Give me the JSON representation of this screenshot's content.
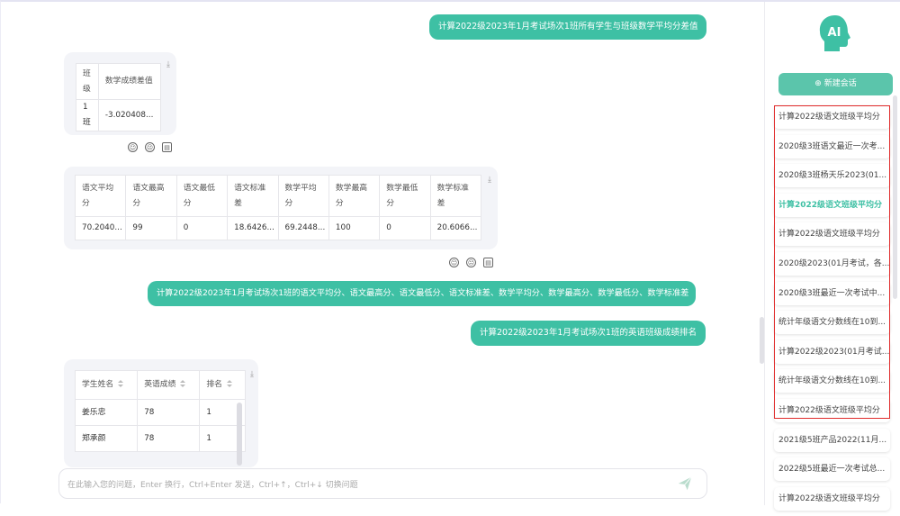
{
  "messages": {
    "q1": "计算2022级2023年1月考试场次1班所有学生与班级数学平均分差值",
    "q2": "计算2022级2023年1月考试场次1班的语文平均分、语文最高分、语文最低分、语文标准差、数学平均分、数学最高分、数学最低分、数学标准差",
    "q3": "计算2022级2023年1月考试场次1班的英语班级成绩排名"
  },
  "table1": {
    "headers": [
      "班级",
      "数学成绩差值"
    ],
    "rows": [
      [
        "1班",
        "-3.020408..."
      ]
    ]
  },
  "table2": {
    "headers": [
      "语文平均分",
      "语文最高分",
      "语文最低分",
      "语文标准差",
      "数学平均分",
      "数学最高分",
      "数学最低分",
      "数学标准差"
    ],
    "rows": [
      [
        "70.2040...",
        "99",
        "0",
        "18.6426...",
        "69.2448...",
        "100",
        "0",
        "20.6066..."
      ]
    ]
  },
  "table3": {
    "headers": [
      "学生姓名",
      "英语成绩",
      "排名"
    ],
    "rows": [
      [
        "姜乐忠",
        "78",
        "1"
      ],
      [
        "郑承颜",
        "78",
        "1"
      ]
    ]
  },
  "input": {
    "placeholder": "在此输入您的问题，Enter 换行，Ctrl+Enter 发送，Ctrl+↑，Ctrl+↓ 切换问题"
  },
  "sidebar": {
    "logo_text": "AI",
    "new_chat_label": "新建会话",
    "items": [
      "计算2022级语文班级平均分",
      "2020级3班语文最近一次考...",
      "2020级3班杨天乐2023(01...",
      "计算2022级语文班级平均分",
      "计算2022级语文班级平均分",
      "2020级2023(01月考试，各...",
      "2020级3班最近一次考试中...",
      "统计年级语文分数线在10到...",
      "计算2022级2023(01月考试...",
      "统计年级语文分数线在10到...",
      "计算2022级语文班级平均分",
      "2021级5班产品2022(11月...",
      "2022级5班最近一次考试总...",
      "计算2022级语文班级平均分"
    ]
  },
  "colors": {
    "accent": "#3ec0a4",
    "highlight_border": "#e02b2b"
  }
}
